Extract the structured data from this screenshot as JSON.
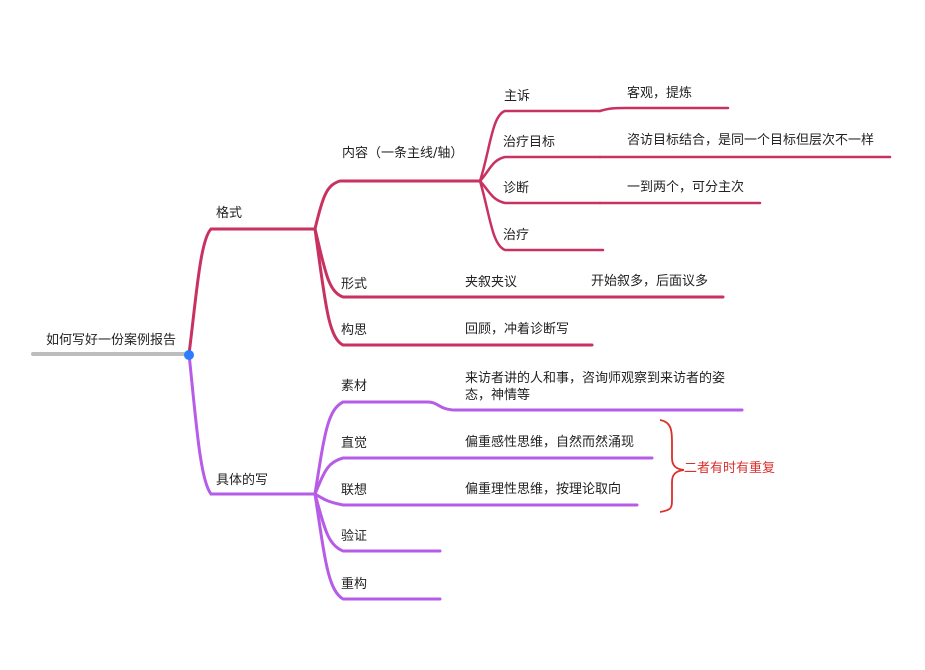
{
  "root": {
    "label": "如何写好一份案例报告"
  },
  "colors": {
    "root_line": "#bdbdbd",
    "root_dot": "#2b7cff",
    "format_branch": "#c83261",
    "writing_branch": "#b65ce6",
    "note": "#d9302c"
  },
  "format": {
    "label": "格式",
    "content": {
      "label": "内容（一条主线/轴）",
      "items": [
        {
          "label": "主诉",
          "detail": "客观，提炼"
        },
        {
          "label": "治疗目标",
          "detail": "咨访目标结合，是同一个目标但层次不一样"
        },
        {
          "label": "诊断",
          "detail": "一到两个，可分主次"
        },
        {
          "label": "治疗",
          "detail": ""
        }
      ]
    },
    "form": {
      "label": "形式",
      "detail": "夹叙夹议",
      "sub_detail": "开始叙多，后面议多"
    },
    "idea": {
      "label": "构思",
      "detail": "回顾，冲着诊断写"
    }
  },
  "writing": {
    "label": "具体的写",
    "material": {
      "label": "素材",
      "detail": "来访者讲的人和事，咨询师观察到来访者的姿态，神情等"
    },
    "intuition": {
      "label": "直觉",
      "detail": "偏重感性思维，自然而然涌现"
    },
    "association": {
      "label": "联想",
      "detail": "偏重理性思维，按理论取向"
    },
    "verify": {
      "label": "验证"
    },
    "rebuild": {
      "label": "重构"
    },
    "note": "二者有时有重复"
  }
}
